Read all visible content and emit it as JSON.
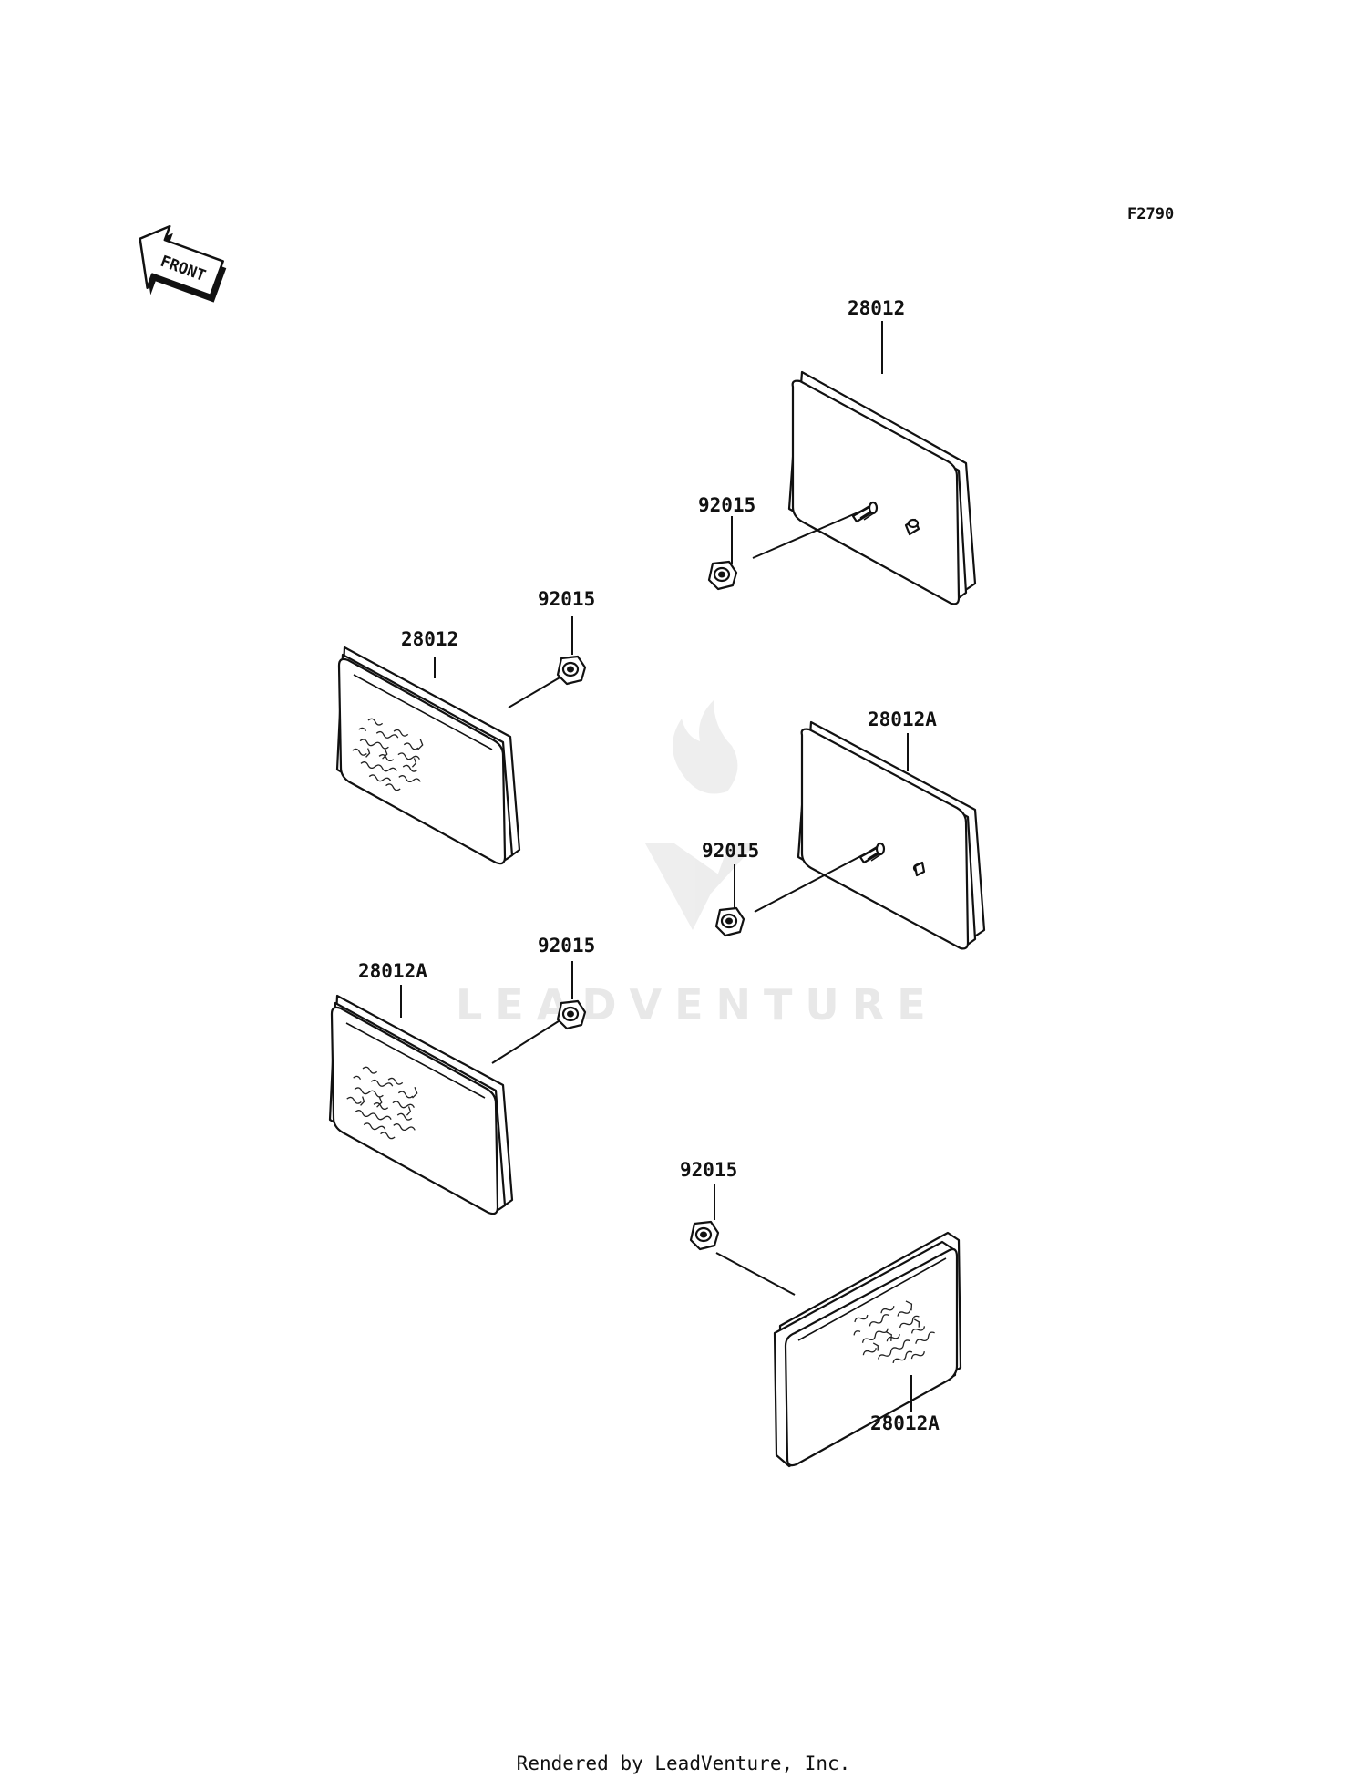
{
  "diagram_code": "F2790",
  "front_indicator": "FRONT",
  "callouts": {
    "reflector_top_right": "28012",
    "nut_top_right": "92015",
    "reflector_upper_left": "28012",
    "nut_upper_left": "92015",
    "reflector_mid_right": "28012A",
    "nut_mid_right": "92015",
    "nut_lower_left": "92015",
    "reflector_lower_left": "28012A",
    "nut_bottom_right": "92015",
    "reflector_bottom_right": "28012A"
  },
  "watermark": "LEADVENTURE",
  "footer": "Rendered by LeadVenture, Inc."
}
